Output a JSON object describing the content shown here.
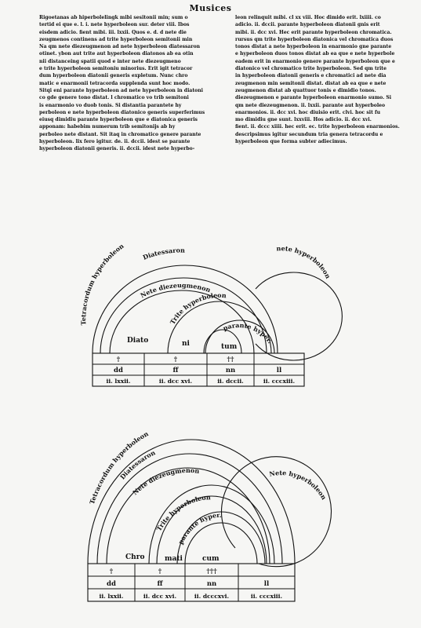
{
  "header": {
    "running_title": "Musices"
  },
  "text": {
    "left_lines": [
      "Rigoetanas ab hiperbolelingk mibi sesitonii min; sum o",
      "tertid ei que e. l. i. nete hyperboleon sur. deter viii. Ibos",
      "eisdem adicio. fient mibi. iii. lxxii. Quos e. d. d nete die",
      "zeugmenos continens ad trite hyperboleon semitonii min",
      "Na qm nete diezeugmenon ad nete hyperboleon diatessaron",
      "otinet. ybon aut trite aut hyperboleon diatonos ab ea otin",
      "nii distanceing spatii quod e inter nete diezeugmeno",
      "e trite hyperboleon semitoniu minorius. Erit igit tetracor",
      "dum hyperboleon diatonii generis expletum. Nunc chro",
      "matic e enarmonii tetracorda supplenda sunt hoc modo.",
      "Sitqi eni parante hyperboleon ad nete hyperboleon in diatoni",
      "co gde genere tono distat. l chromatico vo trib semitoni",
      "is enarmonio vo duob tonis. Si distantia parantete hy",
      "perboleon e nete hyperboleon diatonico generis superferimus",
      "eiusq dimidiu parante hyperboleon que e diatonica generis",
      "apponam: habebim numerum trib semitonijs ab hy",
      "perboleo nete distant. Sit itaq in chromatico genere parante",
      "hyperboleon. lix fero igitur. de. ii. dccii. idest se parante",
      "hyperboleon diatonii generis. ii. dccii. idest nete hyperbo-"
    ],
    "right_lines": [
      "leon relinquit mibi. cl xx viii. Hoc dimido erit. lxiiii. co",
      "adicio. ii. dccii. parante hyperboleon diatonii gnis erit",
      "mibi. ii. dcc xvi. Hec erit parante hyperboleon chromatica.",
      "rursus qm trite hyperboleon diatonica vel chromatica duos",
      "tonos distat a nete hyperboleon in enarmonio gne parante",
      "e hyperboleon duos tonos distat ab ea que e nete hyperbole",
      "eadem erit in enarmonio genere parante hyperboleon que e",
      "diatonico vel chromatico trite hyperboleon. Sed qm trite",
      "in hyperboleon diatonii generis e chromatici ad nete dia",
      "zeugmenon min semitonii distat. distat ab ea que e nete",
      "zeugmenon distat ab quattuor tonis e dimidio tonos.",
      "diezeugmenon e parante hyperboleon enarmonio sumo. Si",
      "qm nete diezeugmenon. ii. lxxii. parante aut hyperboleo",
      "enarmonios. ii. dcc xvi. hoc diuisio erit. clvi. hoc sit fu",
      "mo dimidiu gne sunt. lxxviii. Hos adicio. ii. dcc xvi.",
      "fient. ii. dccc xiiii. hec erit. ec. trite hyperboleon enarmonios.",
      "descripsimus igitur secundum tria genera tetracordu e",
      "hyperboleon que forma subter adiecimus."
    ]
  },
  "diagrams": [
    {
      "arcs": [
        {
          "label": "Tetracordum hyperboleon"
        },
        {
          "label": "Diatessaron"
        },
        {
          "label": "Nete diezeugmenon"
        },
        {
          "label": "nete hyperboleon"
        },
        {
          "label": "Trite hyperboleon"
        },
        {
          "label": "parante hyper."
        }
      ],
      "genus_labels": [
        "Diato",
        "ni",
        "tum"
      ],
      "table": {
        "row1": [
          "†",
          "†",
          "††",
          ""
        ],
        "row2": [
          "dd",
          "ff",
          "nn",
          "ll"
        ],
        "row3": [
          "ii. lxxii.",
          "ii. dcc xvi.",
          "ii. dccii.",
          "ii. cccxiii."
        ]
      }
    },
    {
      "arcs": [
        {
          "label": "Tetracordum hyperboleon"
        },
        {
          "label": "Diatessaron"
        },
        {
          "label": "Nete diezeugmenon"
        },
        {
          "label": "Nete hyperboleon"
        },
        {
          "label": "Trite hyperboleon"
        },
        {
          "label": "parante hyper."
        }
      ],
      "genus_labels": [
        "Chro",
        "mati",
        "cum"
      ],
      "table": {
        "row1": [
          "†",
          "†",
          "†††",
          ""
        ],
        "row2": [
          "dd",
          "ff",
          "nn",
          "ll"
        ],
        "row3": [
          "ii. lxxii.",
          "ii. dcc xvi.",
          "ii. dcccxvi.",
          "ii. cccxiii."
        ]
      }
    }
  ]
}
